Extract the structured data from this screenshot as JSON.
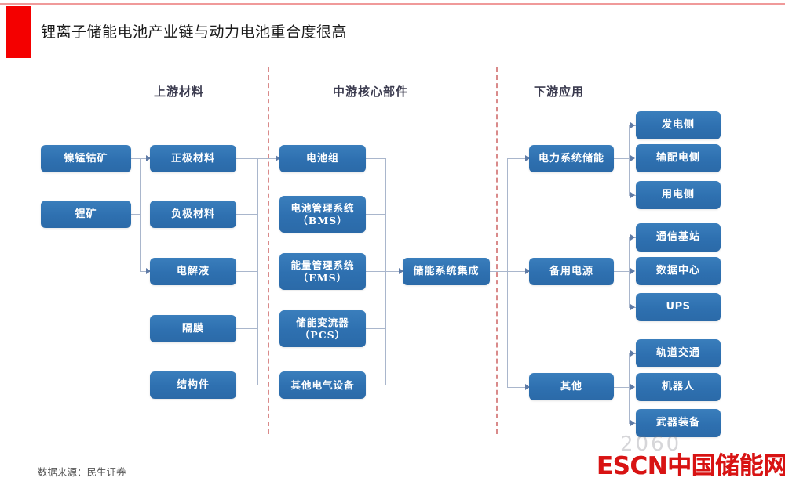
{
  "header": {
    "title": "锂离子储能电池产业链与动力电池重合度很高",
    "accent_color": "#f40000",
    "rule_color": "#f09a9a"
  },
  "columns": [
    {
      "id": "upstream",
      "label": "上游材料"
    },
    {
      "id": "midstream",
      "label": "中游核心部件"
    },
    {
      "id": "downstream",
      "label": "下游应用"
    }
  ],
  "theme": {
    "node_fill": "#2e70b0",
    "node_text": "#ffffff",
    "connector": "#a9b6cc",
    "arrow": "#5f7ba6",
    "divider": "#d98a8a"
  },
  "nodes": {
    "raw": [
      {
        "id": "n-nickel-manganese-cobalt-ore",
        "label": "镍锰钴矿"
      },
      {
        "id": "n-lithium-ore",
        "label": "锂矿"
      }
    ],
    "materials": [
      {
        "id": "n-cathode-material",
        "label": "正极材料"
      },
      {
        "id": "n-anode-material",
        "label": "负极材料"
      },
      {
        "id": "n-electrolyte",
        "label": "电解液"
      },
      {
        "id": "n-separator",
        "label": "隔膜"
      },
      {
        "id": "n-structural-parts",
        "label": "结构件"
      }
    ],
    "components": [
      {
        "id": "n-battery-pack",
        "line1": "电池组",
        "line2": ""
      },
      {
        "id": "n-bms",
        "line1": "电池管理系统",
        "line2": "（BMS）"
      },
      {
        "id": "n-ems",
        "line1": "能量管理系统",
        "line2": "（EMS）"
      },
      {
        "id": "n-pcs",
        "line1": "储能变流器",
        "line2": "（PCS）"
      },
      {
        "id": "n-other-electrical-equipment",
        "line1": "其他电气设备",
        "line2": ""
      }
    ],
    "integration": {
      "id": "n-energy-storage-system-integration",
      "label": "储能系统集成"
    },
    "applications": [
      {
        "id": "n-power-system-storage",
        "label": "电力系统储能",
        "children": [
          {
            "id": "n-generation-side",
            "label": "发电侧"
          },
          {
            "id": "n-transmission-side",
            "label": "输配电侧"
          },
          {
            "id": "n-consumption-side",
            "label": "用电侧"
          }
        ]
      },
      {
        "id": "n-backup-power",
        "label": "备用电源",
        "children": [
          {
            "id": "n-communication-base-station",
            "label": "通信基站"
          },
          {
            "id": "n-data-center",
            "label": "数据中心"
          },
          {
            "id": "n-ups",
            "label": "UPS"
          }
        ]
      },
      {
        "id": "n-other",
        "label": "其他",
        "children": [
          {
            "id": "n-rail-transit",
            "label": "轨道交通"
          },
          {
            "id": "n-robotics",
            "label": "机器人"
          },
          {
            "id": "n-weapon-equipment",
            "label": "武器装备"
          }
        ]
      }
    ]
  },
  "footer": {
    "source": "数据来源：民生证券"
  },
  "watermark": {
    "faint_text": "2060",
    "logo_latin": "ESCN",
    "logo_cn": "中国储能网"
  }
}
